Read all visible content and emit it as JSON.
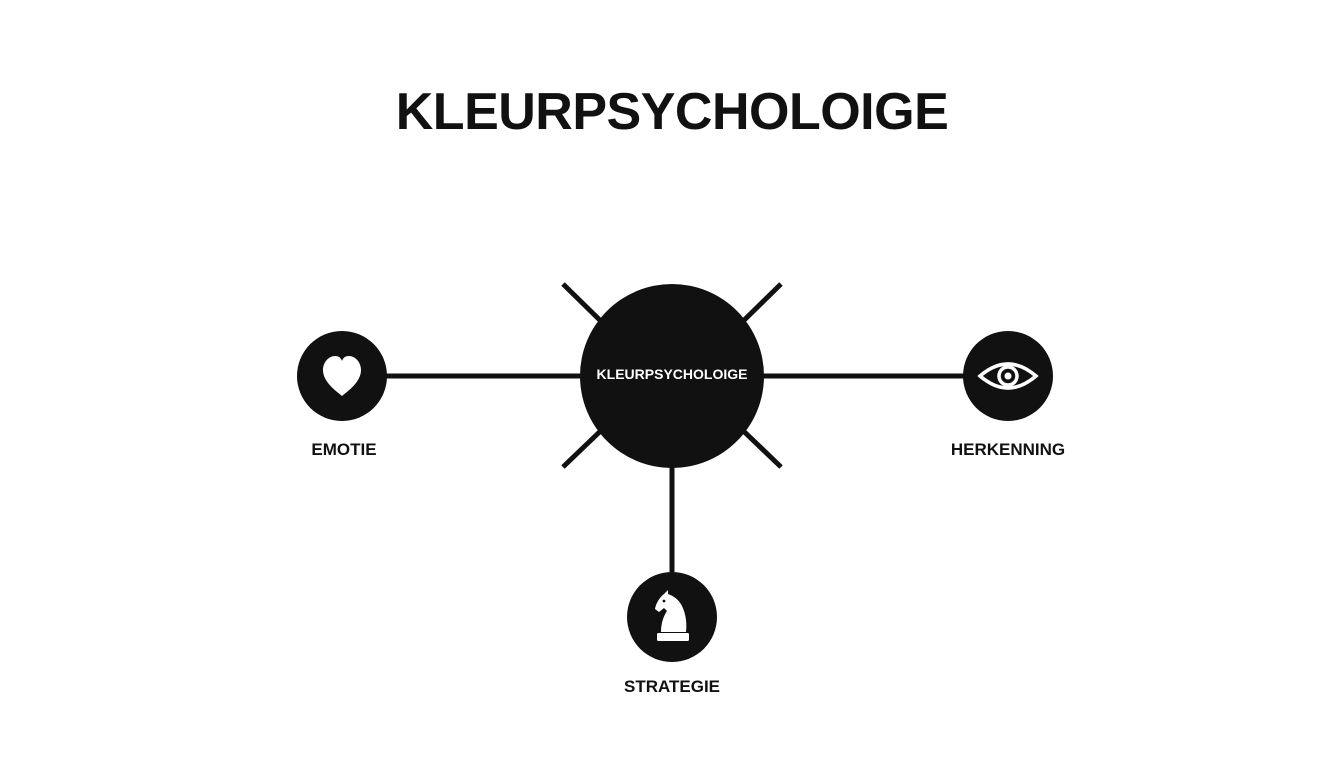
{
  "title": "KLEURPSYCHOLOIGE",
  "center": {
    "label": "KLEURPSYCHOLOIGE"
  },
  "nodes": [
    {
      "id": "emotie",
      "label": "EMOTIE",
      "icon": "heart-icon"
    },
    {
      "id": "herkenning",
      "label": "HERKENNING",
      "icon": "eye-icon"
    },
    {
      "id": "strategie",
      "label": "STRATEGIE",
      "icon": "chess-knight-icon"
    }
  ],
  "colors": {
    "background": "#ffffff",
    "ink": "#111111",
    "icon": "#ffffff"
  }
}
